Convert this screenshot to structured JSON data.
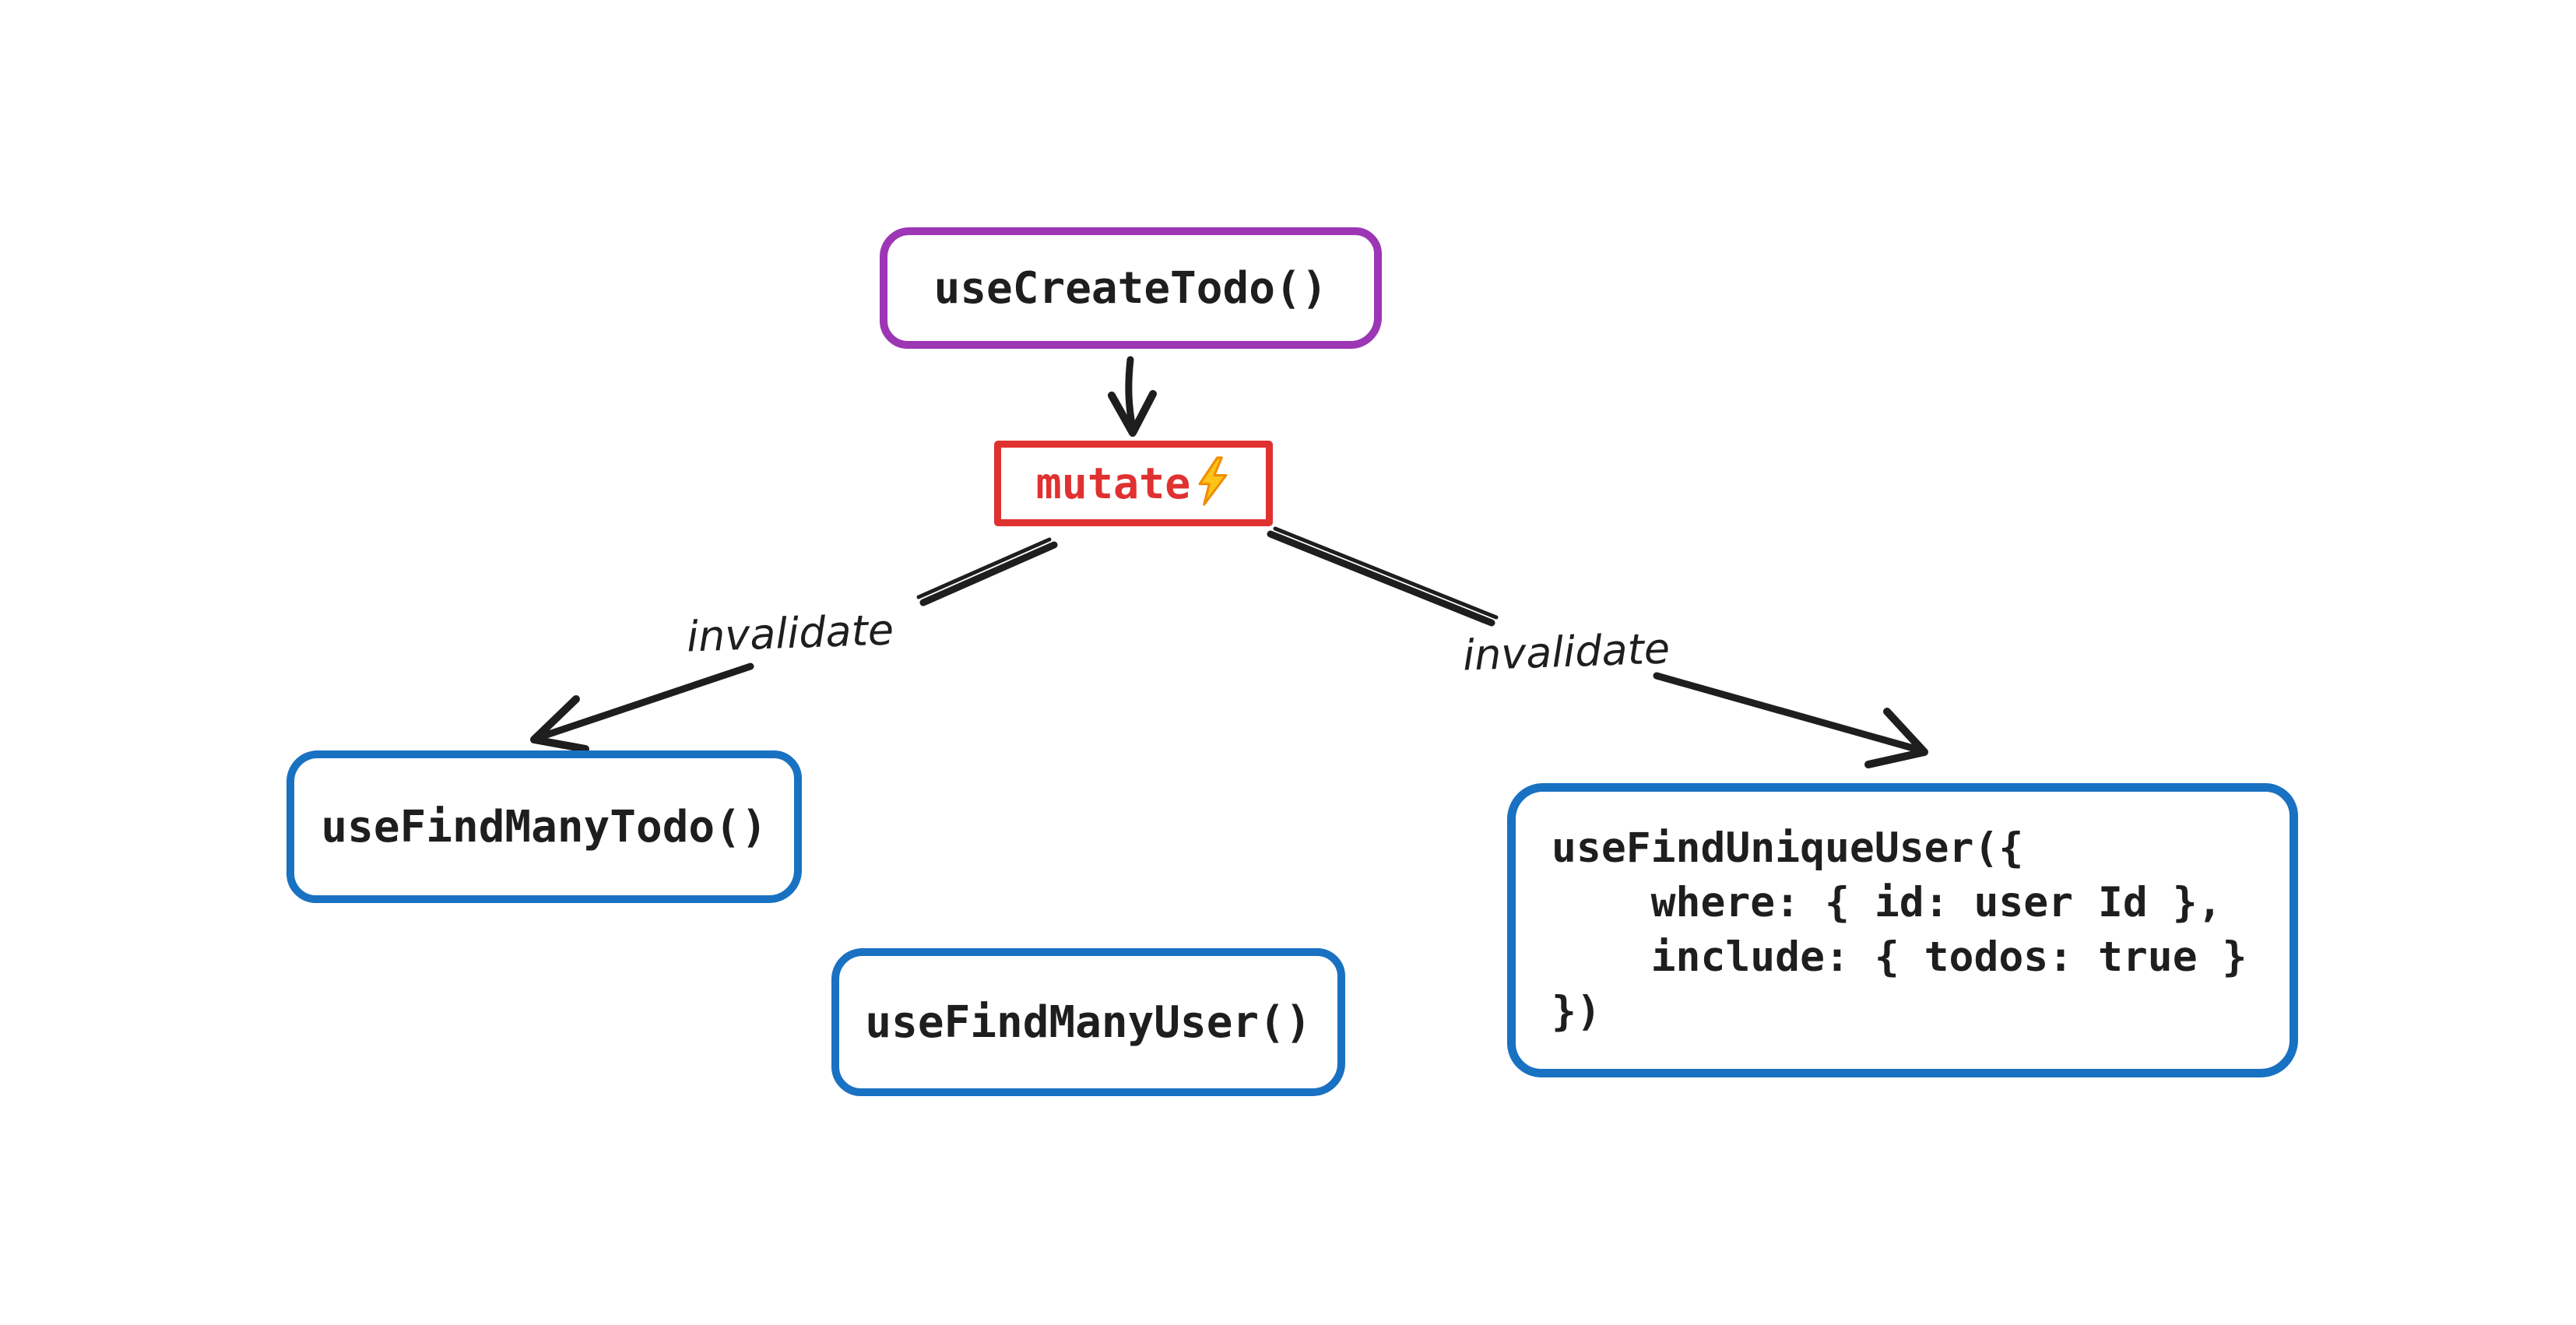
{
  "colors": {
    "purple": "#9c36b5",
    "red": "#e03131",
    "blue": "#1971c2",
    "ink": "#1e1e1e",
    "bolt_fill": "#fcc419",
    "bolt_stroke": "#f08c00",
    "bg": "#ffffff"
  },
  "nodes": {
    "create_todo": {
      "label": "useCreateTodo()"
    },
    "mutate": {
      "label": "mutate",
      "icon": "lightning-bolt-icon",
      "icon_char": "⚡"
    },
    "find_many_todo": {
      "label": "useFindManyTodo()"
    },
    "find_many_user": {
      "label": "useFindManyUser()"
    },
    "find_unique_user": {
      "code": "useFindUniqueUser({\n    where: { id: user Id },\n    include: { todos: true }\n})"
    }
  },
  "edges": [
    {
      "name": "create-to-mutate",
      "from": "useCreateTodo()",
      "to": "mutate",
      "label": ""
    },
    {
      "name": "mutate-to-find-many-todo",
      "from": "mutate",
      "to": "useFindManyTodo()",
      "label": "invalidate"
    },
    {
      "name": "mutate-to-find-unique-user",
      "from": "mutate",
      "to": "useFindUniqueUser()",
      "label": "invalidate"
    }
  ]
}
